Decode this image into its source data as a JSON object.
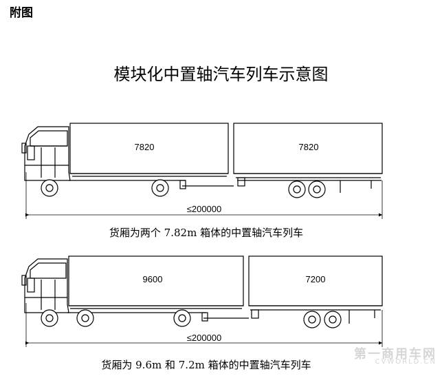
{
  "header": {
    "label": "附图"
  },
  "title": "模块化中置轴汽车列车示意图",
  "train_1": {
    "truck_box_length": "7820",
    "trailer_box_length": "7820",
    "overall_length": "≤200000",
    "caption": "货厢为两个 7.82m 箱体的中置轴汽车列车"
  },
  "train_2": {
    "truck_box_length": "9600",
    "trailer_box_length": "7200",
    "overall_length": "≤200000",
    "caption": "货厢为 9.6m 和 7.2m 箱体的中置轴汽车列车"
  },
  "watermark": {
    "text": "第一商用车网",
    "sub": "CVWORLD.CN"
  }
}
